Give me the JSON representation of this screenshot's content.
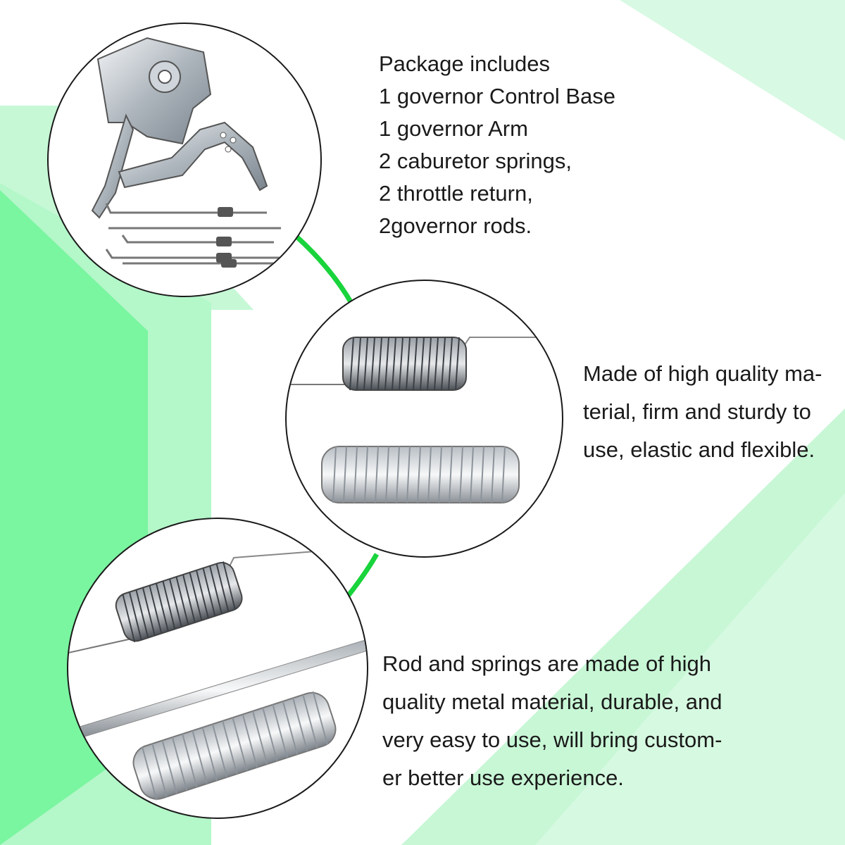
{
  "package": {
    "lines": [
      "Package includes",
      "1 governor Control Base",
      "1 governor Arm",
      "2 caburetor springs,",
      "2 throttle return,",
      "2governor rods."
    ]
  },
  "quality": {
    "lines": [
      "Made of high quality ma-",
      "terial, firm and sturdy to",
      "use, elastic and flexible."
    ]
  },
  "rods": {
    "lines": [
      "Rod and springs are made of high",
      "quality metal material, durable, and",
      "very easy to use, will bring custom-",
      "er better use experience."
    ]
  },
  "colors": {
    "bright_green": "#7af5a0",
    "mid_green": "#b4f7c9",
    "pale_green": "#d8f9e3",
    "connector_green": "#19d43c",
    "outline": "#1a1a1a"
  }
}
